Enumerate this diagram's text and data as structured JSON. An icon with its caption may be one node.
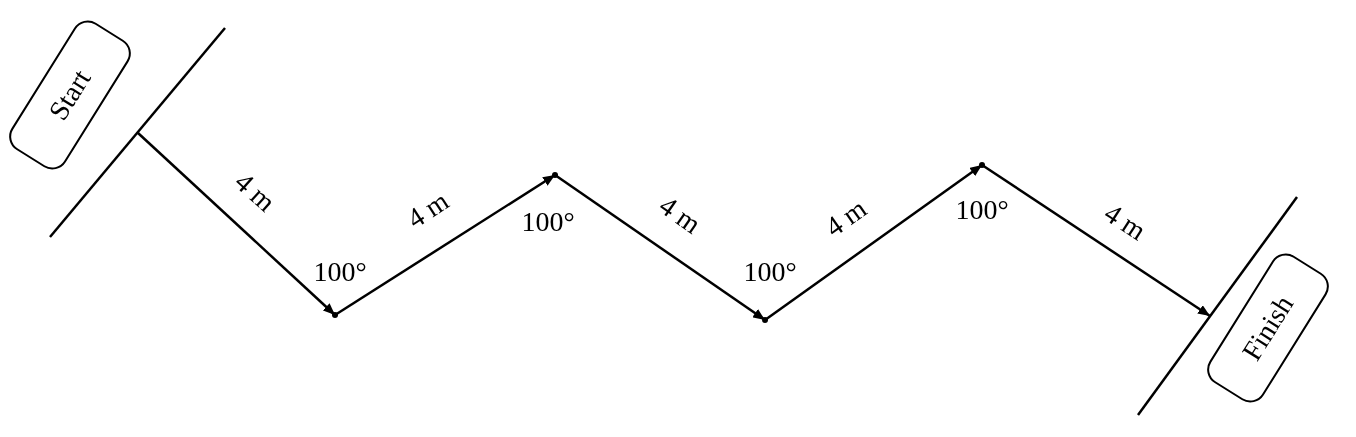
{
  "diagram": {
    "nodes": [
      {
        "text": [
          "Start"
        ]
      },
      {
        "text": [],
        "shape": "line"
      },
      {
        "text": [],
        "shape": "point",
        "beside": [
          "100°"
        ]
      },
      {
        "text": [],
        "shape": "point",
        "beside": [
          "100°"
        ]
      },
      {
        "text": [],
        "shape": "point",
        "beside": [
          "100°"
        ]
      },
      {
        "text": [],
        "shape": "point",
        "beside": [
          "100°"
        ]
      },
      {
        "text": [],
        "shape": "line"
      },
      {
        "text": [
          "Finish"
        ]
      }
    ],
    "edges": [
      {
        "from": 1,
        "to": 2,
        "arrow": "to",
        "label": "4 m"
      },
      {
        "from": 2,
        "to": 3,
        "arrow": "to",
        "label": "4 m"
      },
      {
        "from": 3,
        "to": 4,
        "arrow": "to",
        "label": "4 m"
      },
      {
        "from": 4,
        "to": 5,
        "arrow": "to",
        "label": "4 m"
      },
      {
        "from": 5,
        "to": 6,
        "arrow": "to",
        "label": "4 m"
      }
    ]
  }
}
